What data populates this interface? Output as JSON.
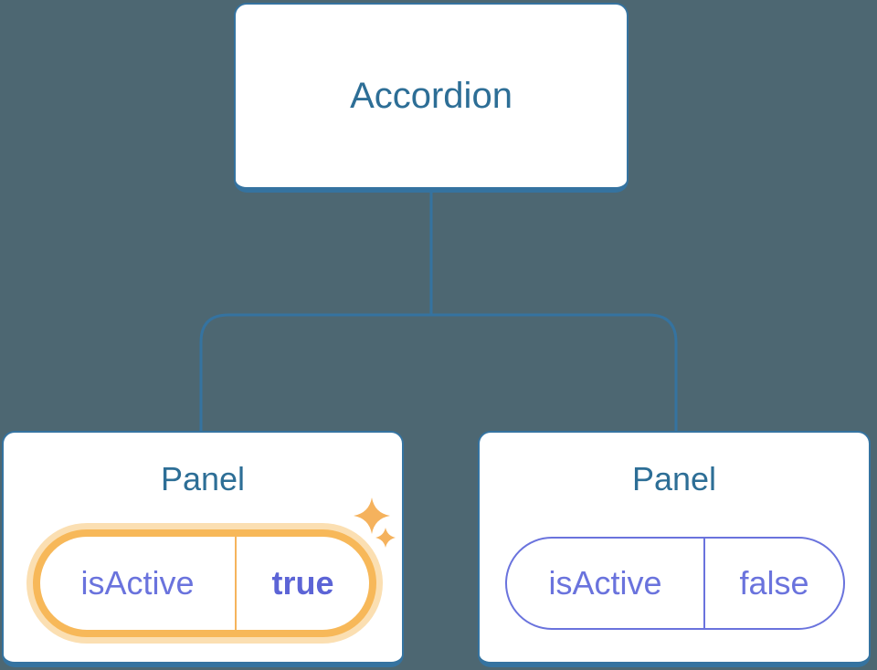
{
  "diagram": {
    "root": {
      "label": "Accordion"
    },
    "panels": [
      {
        "title": "Panel",
        "prop": {
          "name": "isActive",
          "value": "true"
        },
        "highlighted": true
      },
      {
        "title": "Panel",
        "prop": {
          "name": "isActive",
          "value": "false"
        },
        "highlighted": false
      }
    ]
  },
  "icons": {
    "sparkles": "sparkles-icon"
  },
  "colors": {
    "background": "#4d6772",
    "card_fill": "#ffffff",
    "card_border": "#3573a0",
    "connector_line": "#3573a0",
    "title_text": "#2d6e96",
    "prop_text": "#6a73dd",
    "prop_value_active": "#5c64d6",
    "highlight_orange": "#f7b859",
    "highlight_glow": "#fbdfb2",
    "highlight_divider": "#f5b45c",
    "sparkle": "#f5b25d"
  }
}
